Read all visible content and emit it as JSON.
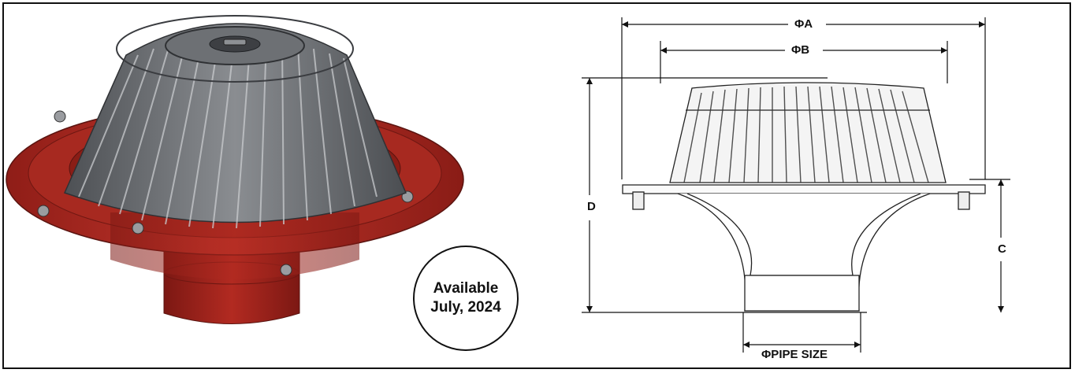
{
  "badge": {
    "line1": "Available",
    "line2": "July, 2024"
  },
  "dimensions": {
    "a": "ΦA",
    "b": "ΦB",
    "c": "C",
    "d": "D",
    "pipe": "ΦPIPE SIZE"
  },
  "colors": {
    "body_red": "#b52a22",
    "dome_gray": "#6b6e72",
    "line": "#111111"
  }
}
